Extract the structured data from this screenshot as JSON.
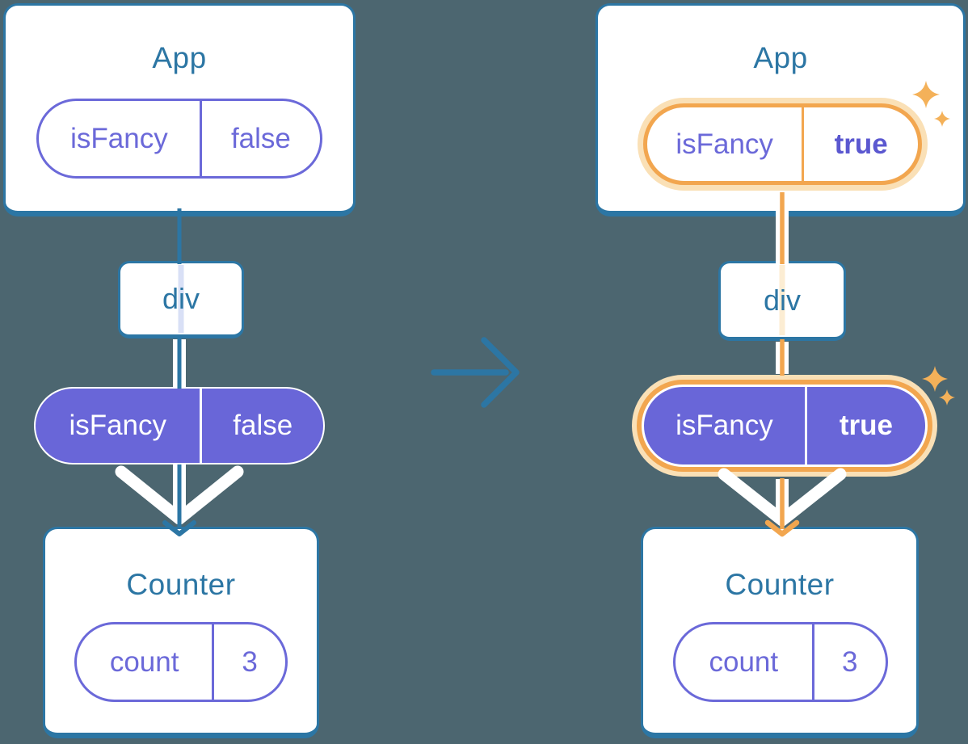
{
  "background_color": "#4C6670",
  "palette": {
    "card_border_blue": "#2C76A4",
    "heading_blue": "#2C76A4",
    "purple_outline": "#6B69D9",
    "purple_fill": "#6966D8",
    "highlight_orange": "#F2A64F",
    "highlight_glow": "#FAE0B6",
    "sparkle_orange": "#F4B159",
    "inner_line_lavender": "#D9E0F6",
    "inner_line_cream": "#FCEDD3",
    "arrow_white": "#FFFFFF"
  },
  "transition_arrow": {
    "meaning": "state change from left tree to right tree"
  },
  "trees": {
    "left": {
      "app": {
        "title": "App",
        "prop": {
          "name": "isFancy",
          "value": "false"
        }
      },
      "div": {
        "label": "div"
      },
      "passed_prop": {
        "name": "isFancy",
        "value": "false"
      },
      "counter": {
        "title": "Counter",
        "state": {
          "name": "count",
          "value": "3"
        }
      }
    },
    "right": {
      "app": {
        "title": "App",
        "prop": {
          "name": "isFancy",
          "value": "true"
        }
      },
      "div": {
        "label": "div"
      },
      "passed_prop": {
        "name": "isFancy",
        "value": "true"
      },
      "counter": {
        "title": "Counter",
        "state": {
          "name": "count",
          "value": "3"
        }
      }
    }
  }
}
